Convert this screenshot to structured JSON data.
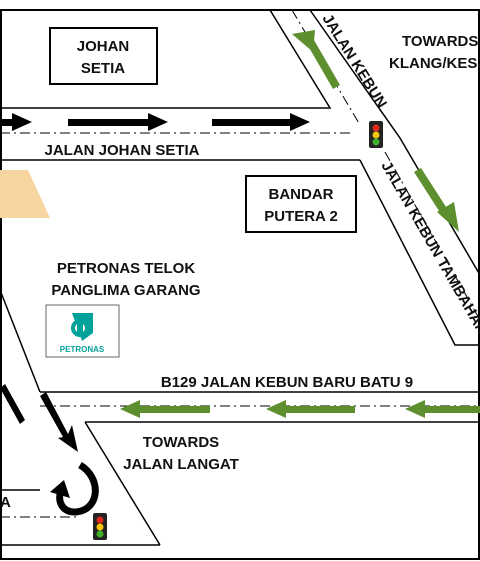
{
  "places": {
    "johan_setia_line1": "JOHAN",
    "johan_setia_line2": "SETIA",
    "bandar_putera_line1": "BANDAR",
    "bandar_putera_line2": "PUTERA  2",
    "petronas_line1": "PETRONAS TELOK",
    "petronas_line2": "PANGLIMA GARANG"
  },
  "roads": {
    "johan_setia": "JALAN JOHAN SETIA",
    "kebun": "JALAN KEBUN",
    "kebun_tambahan": "JALAN KEBUN TAMBAHAN",
    "b129": "B129 JALAN KEBUN BARU BATU 9"
  },
  "directions": {
    "klang_line1": "TOWARDS",
    "klang_line2": "KLANG/KESAS",
    "langat_line1": "TOWARDS",
    "langat_line2": "JALAN LANGAT"
  },
  "logo": {
    "text": "PETRONAS"
  },
  "colors": {
    "arrow_green": "#5e8f2e",
    "arrow_black": "#000000",
    "land_tan": "#f7d5a0",
    "petronas_teal": "#00a19a"
  },
  "icons": [
    "traffic-light-icon",
    "petronas-logo-icon",
    "arrow-right-icon",
    "arrow-left-icon",
    "u-turn-arrow-icon"
  ]
}
